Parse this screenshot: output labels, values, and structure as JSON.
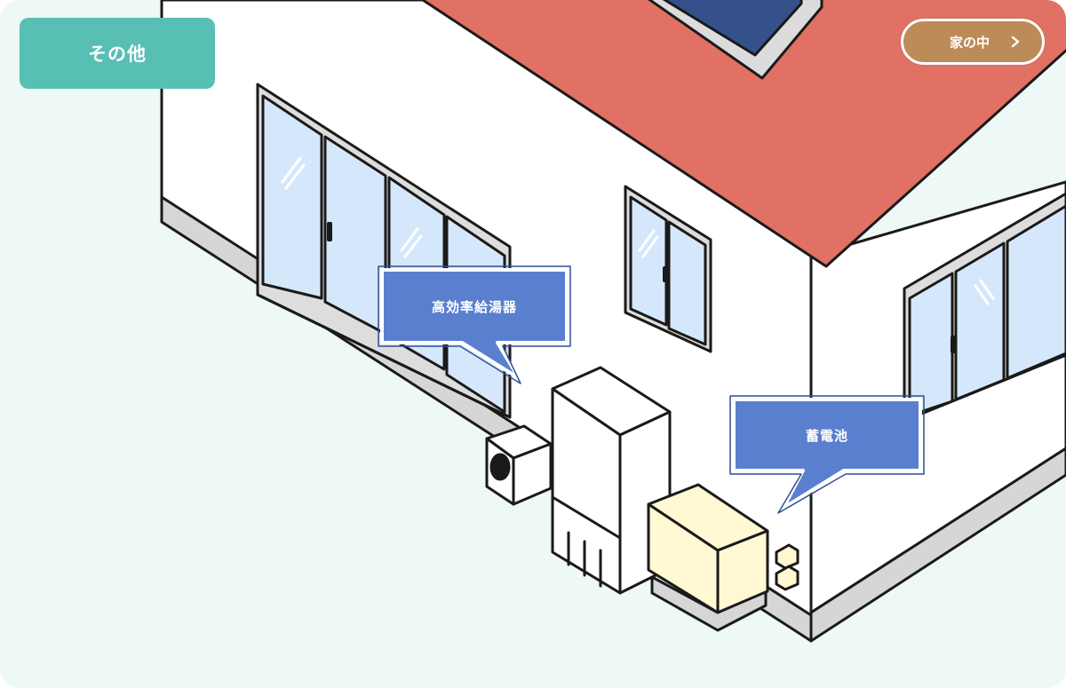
{
  "header": {
    "category_label": "その他",
    "nav_button_label": "家の中"
  },
  "hotspots": [
    {
      "label": "高効率給湯器"
    },
    {
      "label": "蓄電池"
    }
  ],
  "colors": {
    "background": "#eef8f6",
    "category_tab": "#58bfb4",
    "nav_button": "#bd8b57",
    "roof": "#e07164",
    "solar_panel": "#34518c",
    "window_glass": "#d5e8fb",
    "callout": "#5a7fcf",
    "battery": "#fff8d2",
    "outline": "#1a1a1a"
  },
  "icons": {
    "nav_button": "chevron-right-icon"
  }
}
